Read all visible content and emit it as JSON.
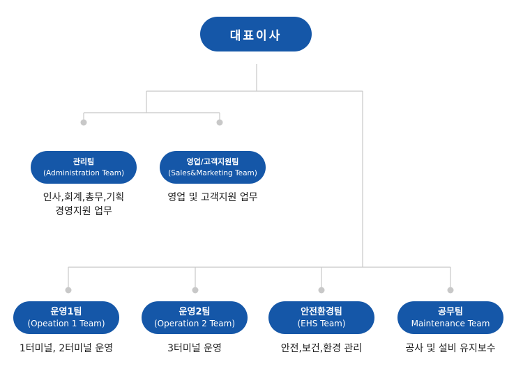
{
  "ceo": {
    "title": "대표이사"
  },
  "teams": [
    {
      "name": "관리팀",
      "english": "(Administration Team)",
      "desc": [
        "인사,회계,총무,기획",
        "경영지원 업무"
      ]
    },
    {
      "name": "영업/고객지원팀",
      "english": "(Sales&Marketing Team)",
      "desc": [
        "영업 및 고객지원 업무"
      ]
    },
    {
      "name": "운영1팀",
      "english": "(Opeation 1 Team)",
      "desc": [
        "1터미널, 2터미널 운영"
      ]
    },
    {
      "name": "운영2팀",
      "english": "(Operation 2 Team)",
      "desc": [
        "3터미널 운영"
      ]
    },
    {
      "name": "안전환경팀",
      "english": "(EHS Team)",
      "desc": [
        "안전,보건,환경 관리"
      ]
    },
    {
      "name": "공무팀",
      "english": "Maintenance Team",
      "desc": [
        "공사 및 설비 유지보수"
      ]
    }
  ],
  "colors": {
    "box": "#1557a8",
    "line": "#c8c8c8",
    "text": "#222222"
  }
}
